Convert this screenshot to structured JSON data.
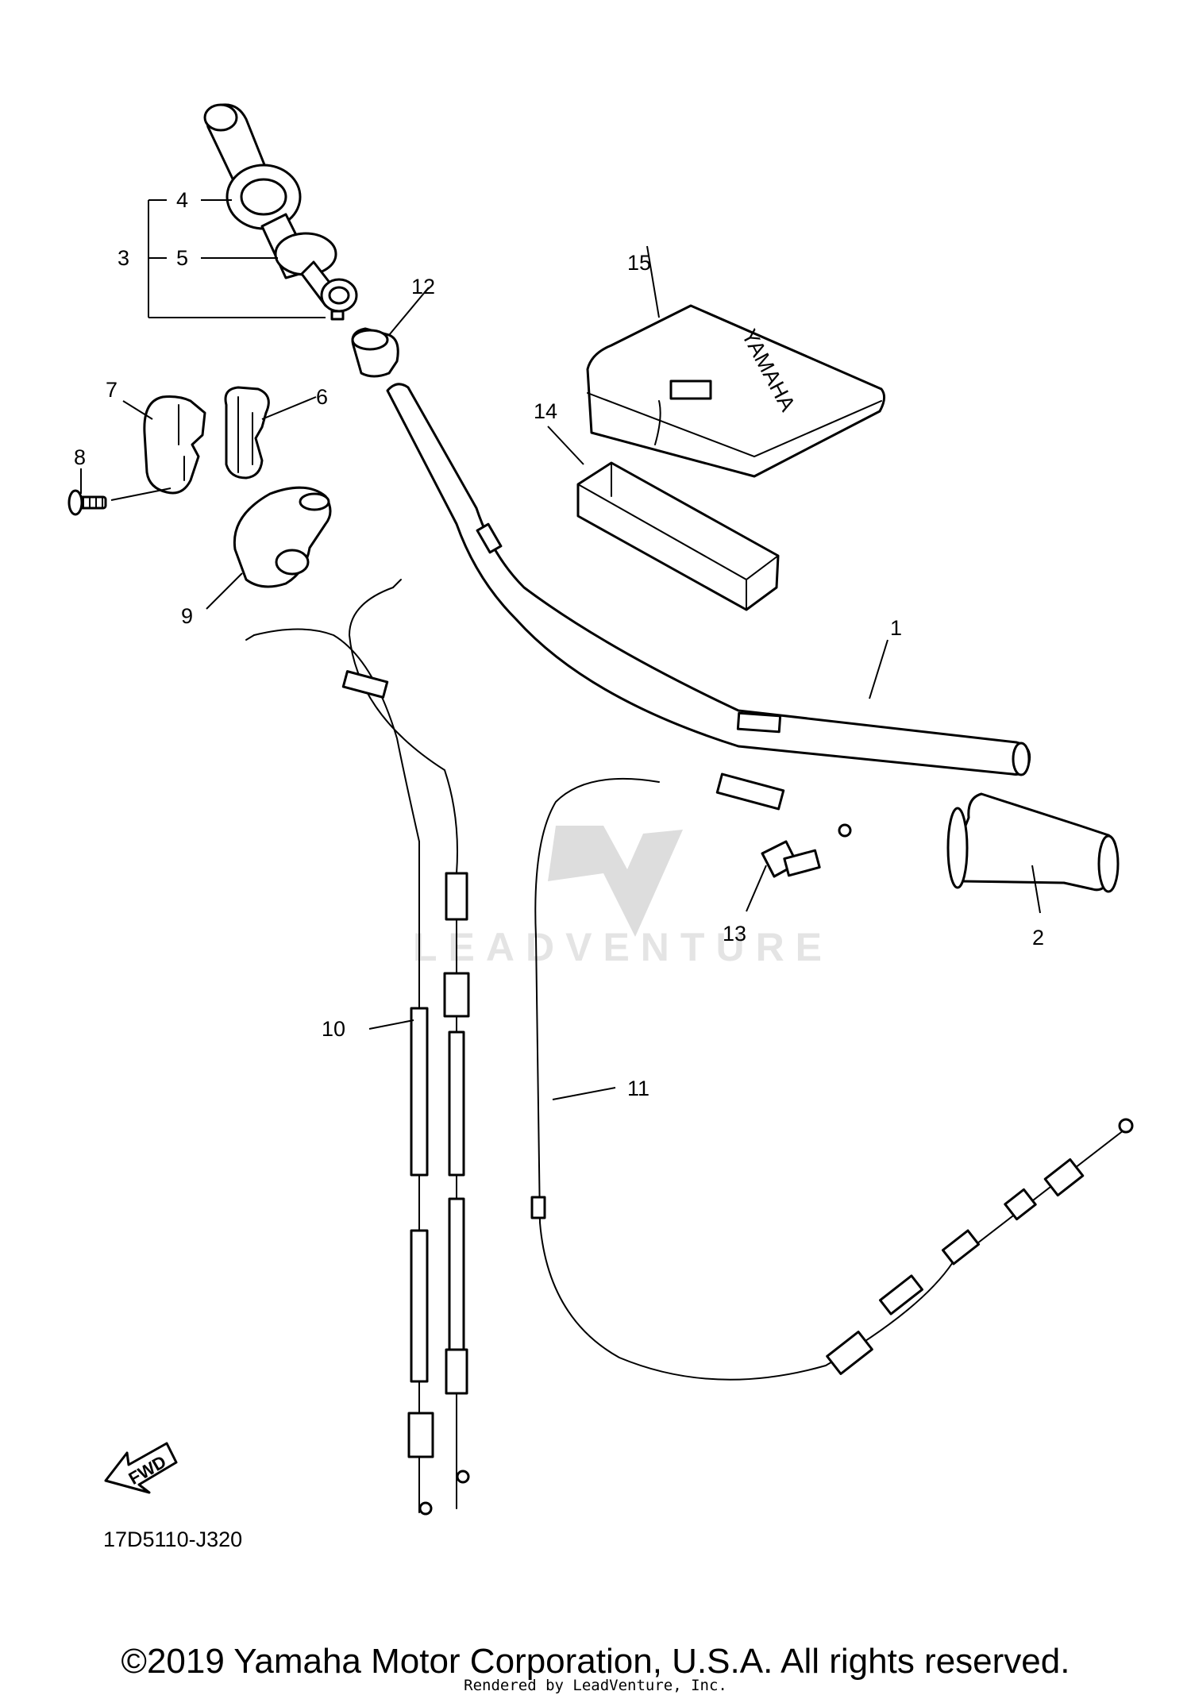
{
  "diagram_code": "17D5110-J320",
  "fwd_label": "FWD",
  "watermark_text": "LEADVENTURE",
  "copyright": "©2019 Yamaha Motor Corporation, U.S.A. All rights reserved.",
  "rendered_by": "Rendered by LeadVenture, Inc.",
  "decal_text": "YAMAHA",
  "callouts": [
    "1",
    "2",
    "3",
    "4",
    "5",
    "6",
    "7",
    "8",
    "9",
    "10",
    "11",
    "12",
    "13",
    "14",
    "15"
  ]
}
